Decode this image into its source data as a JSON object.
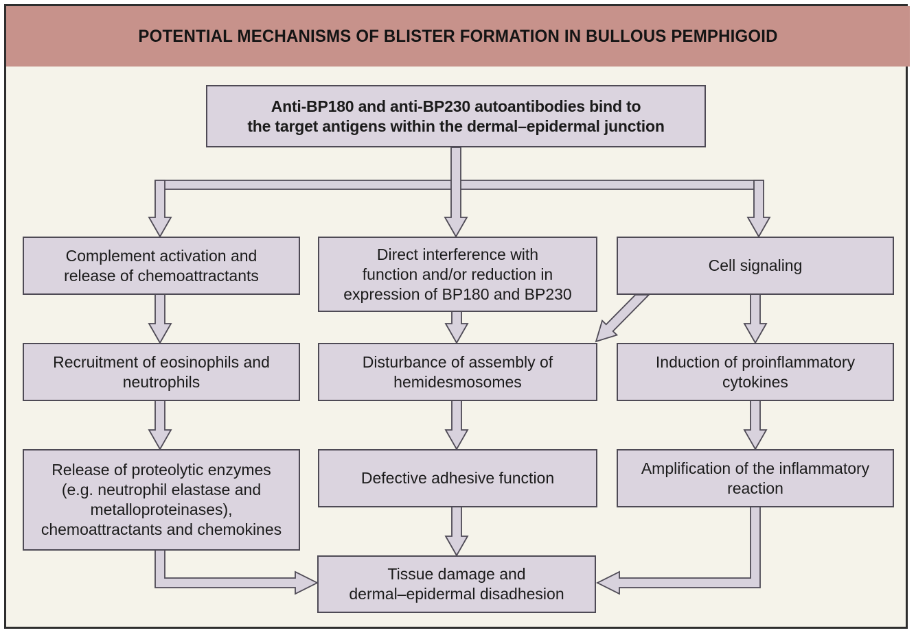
{
  "figure": {
    "header": "POTENTIAL MECHANISMS OF BLISTER FORMATION IN BULLOUS PEMPHIGOID",
    "root": "Anti-BP180 and anti-BP230 autoantibodies bind to\nthe target antigens within the dermal–epidermal junction",
    "columns": [
      {
        "id": "complement-pathway",
        "steps": [
          "Complement activation and\nrelease of chemoattractants",
          "Recruitment of eosinophils and\nneutrophils",
          "Release of proteolytic enzymes\n(e.g. neutrophil elastase and\nmetalloproteinases),\nchemoattractants and chemokines"
        ]
      },
      {
        "id": "direct-interference-pathway",
        "steps": [
          "Direct interference with\nfunction and/or reduction in\nexpression of BP180 and BP230",
          "Disturbance of assembly of\nhemidesmosomes",
          "Defective adhesive function"
        ]
      },
      {
        "id": "cell-signaling-pathway",
        "steps": [
          "Cell signaling",
          "Induction of proinflammatory\ncytokines",
          "Amplification of the inflammatory\nreaction"
        ]
      }
    ],
    "outcome": "Tissue damage and\ndermal–epidermal disadhesion"
  },
  "colors": {
    "header_bg": "#c7928b",
    "box_fill": "#dbd4df",
    "box_border": "#4e4a55",
    "arrow_fill": "#d8d2dd",
    "canvas_bg": "#f5f3ea",
    "frame_border": "#2e2e2e",
    "text": "#1b1b1b"
  }
}
